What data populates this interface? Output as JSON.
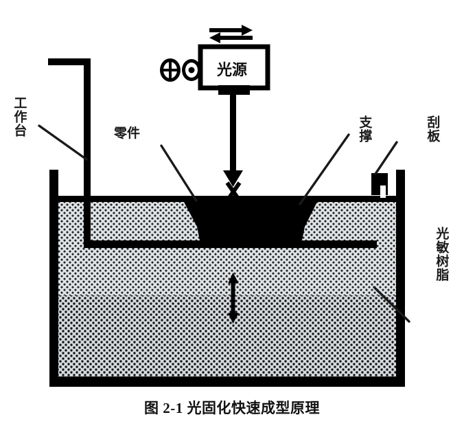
{
  "figure": {
    "caption": "图 2-1 光固化快速成型原理",
    "caption_number": "图 2-1",
    "caption_title": "光固化快速成型原理",
    "background_color": "#ffffff",
    "ink_color": "#000000",
    "resin_fill_color": "#d9dde0"
  },
  "labels": {
    "worktable": "工作台",
    "part": "零件",
    "light_source": "光源",
    "support": "支撑",
    "scraper": "刮板",
    "resin": "光敏树脂"
  },
  "icons": {
    "scan_arrow": "bidirectional-horizontal-arrow",
    "mirror_cross": "crossed-circle-symbol",
    "mirror_dot": "dotted-circle-symbol",
    "beam_arrow": "down-arrow-laser-beam",
    "elevator_arrow": "vertical-double-arrow",
    "blade": "scraper-blade-block"
  },
  "components": [
    {
      "id": "light-source-box",
      "label": "光源",
      "role": "laser / light source unit"
    },
    {
      "id": "scan-mirrors",
      "label": "",
      "role": "x-y scanning mirror symbols"
    },
    {
      "id": "laser-beam",
      "label": "",
      "role": "downward laser beam"
    },
    {
      "id": "part-body",
      "label": "零件",
      "role": "cured part on platform"
    },
    {
      "id": "support-structure",
      "label": "支撑",
      "role": "support structures under part"
    },
    {
      "id": "build-platform",
      "label": "工作台",
      "role": "elevator work table"
    },
    {
      "id": "scraper-blade",
      "label": "刮板",
      "role": "recoating scraper blade"
    },
    {
      "id": "resin-vat",
      "label": "光敏树脂",
      "role": "vat of photosensitive resin"
    }
  ]
}
